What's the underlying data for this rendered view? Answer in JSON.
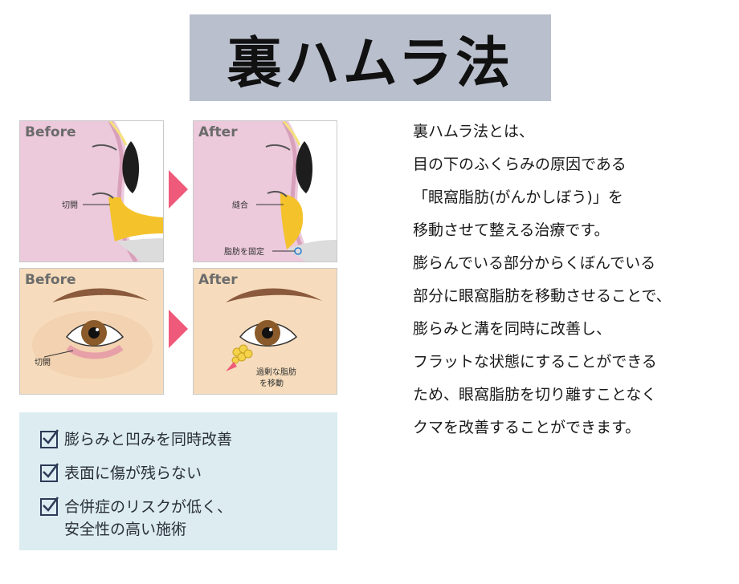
{
  "title": "裏ハムラ法",
  "panels": {
    "top_before": {
      "label": "Before",
      "annotation": "切開"
    },
    "top_after": {
      "label": "After",
      "annotation_1": "縫合",
      "annotation_2": "脂肪を固定"
    },
    "bottom_before": {
      "label": "Before",
      "annotation": "切開"
    },
    "bottom_after": {
      "label": "After",
      "annotation_line1": "過剰な脂肪",
      "annotation_line2": "を移動"
    }
  },
  "checklist": [
    {
      "text": "膨らみと凹みを同時改善"
    },
    {
      "text": "表面に傷が残らない"
    },
    {
      "line1": "合併症のリスクが低く、",
      "line2": "安全性の高い施術"
    }
  ],
  "description": [
    "裏ハムラ法とは、",
    "目の下のふくらみの原因である",
    "「眼窩脂肪(がんかしぼう)」を",
    "移動させて整える治療です。",
    "膨らんでいる部分からくぼんでいる",
    "部分に眼窩脂肪を移動させることで、",
    "膨らみと溝を同時に改善し、",
    "フラットな状態にすることができる",
    "ため、眼窩脂肪を切り離すことなく",
    "クマを改善することができます。"
  ],
  "colors": {
    "title_bg": "#b9bfcc",
    "arrow": "#ef5a7a",
    "check_bg": "#dcecf1",
    "skin": "#f6dcbc",
    "side_skin": "#ecc9db"
  }
}
